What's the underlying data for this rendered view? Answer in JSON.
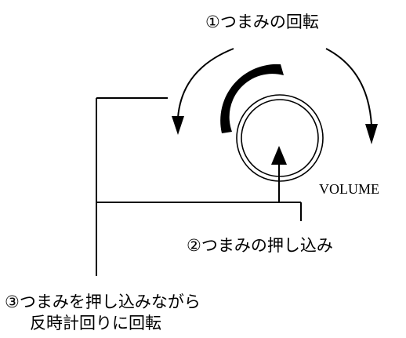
{
  "labels": {
    "rotate": "①つまみの回転",
    "press": "②つまみの押し込み",
    "press_rotate_line1": "③つまみを押し込みながら",
    "press_rotate_line2": "反時計回りに回転",
    "volume": "VOLUME"
  },
  "colors": {
    "line": "#000000",
    "background": "#ffffff"
  }
}
